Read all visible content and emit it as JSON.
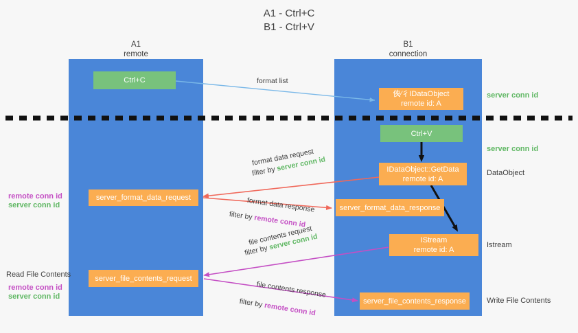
{
  "title": {
    "line1": "A1 - Ctrl+C",
    "line2": "B1 - Ctrl+V"
  },
  "lanes": [
    {
      "id": "a1",
      "name": "A1",
      "role": "remote"
    },
    {
      "id": "b1",
      "name": "B1",
      "role": "connection"
    }
  ],
  "boxes": {
    "ctrl_c": {
      "label": "Ctrl+C"
    },
    "idataobject": {
      "line1": "俠⁄彳IDataObject",
      "line2": "remote id: A"
    },
    "ctrl_v": {
      "label": "Ctrl+V"
    },
    "getdata": {
      "line1": "IDataObject::GetData",
      "line2": "remote id: A"
    },
    "format_data_request": {
      "label": "server_format_data_request"
    },
    "format_data_response": {
      "label": "server_format_data_response"
    },
    "istream": {
      "line1": "IStream",
      "line2": "remote id: A"
    },
    "file_contents_request": {
      "label": "server_file_contents_request"
    },
    "file_contents_response": {
      "label": "server_file_contents_response"
    }
  },
  "edges": {
    "format_list": {
      "label": "format list"
    },
    "format_data_request": {
      "line1": "format data request",
      "filter_prefix": "filter by ",
      "filter_value": "server conn id"
    },
    "format_data_response": {
      "line1": "format data response",
      "filter_prefix": "filter by ",
      "filter_value": "remote conn id"
    },
    "file_contents_request": {
      "line1": "file contents request",
      "filter_prefix": "filter by ",
      "filter_value": "server conn id"
    },
    "file_contents_response": {
      "line1": "file contents response",
      "filter_prefix": "filter by ",
      "filter_value": "remote conn id"
    }
  },
  "annotations": {
    "right_server_conn_id_top": "server conn id",
    "right_server_conn_id_mid": "server conn id",
    "right_dataobject": "DataObject",
    "right_istream": "Istream",
    "right_write_file_contents": "Write File Contents",
    "left_remote_conn_id_1": "remote conn id",
    "left_server_conn_id_1": "server conn id",
    "left_read_file_contents": "Read File Contents",
    "left_remote_conn_id_2": "remote conn id",
    "left_server_conn_id_2": "server conn id"
  },
  "colors": {
    "lane": "#4a86d8",
    "green_box": "#78c27c",
    "orange_box": "#fbad51",
    "green_text": "#5fb763",
    "pink_text": "#c44fc4",
    "blue_arrow": "#7ab8e8",
    "red_arrow": "#f0685a",
    "magenta_arrow": "#c44fc4",
    "black_arrow": "#1a1a1a",
    "background": "#f7f7f7"
  }
}
